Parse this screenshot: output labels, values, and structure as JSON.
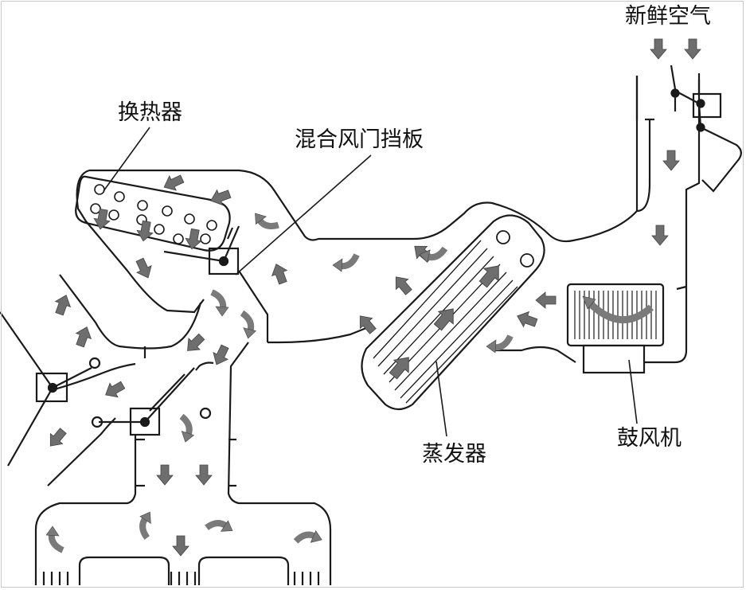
{
  "labels": {
    "fresh_air": "新鲜空气",
    "heat_exchanger": "换热器",
    "blend_door": "混合风门挡板",
    "evaporator": "蒸发器",
    "blower": "鼓风机"
  },
  "icons": {
    "flow_arrow": "flow-arrow-icon",
    "curved_flow_arrow": "curved-flow-arrow-icon",
    "damper_pivot": "damper-pivot-icon"
  },
  "colors": {
    "outline": "#1a1a1a",
    "arrow_fill": "#6e6e6e",
    "background": "#ffffff"
  }
}
